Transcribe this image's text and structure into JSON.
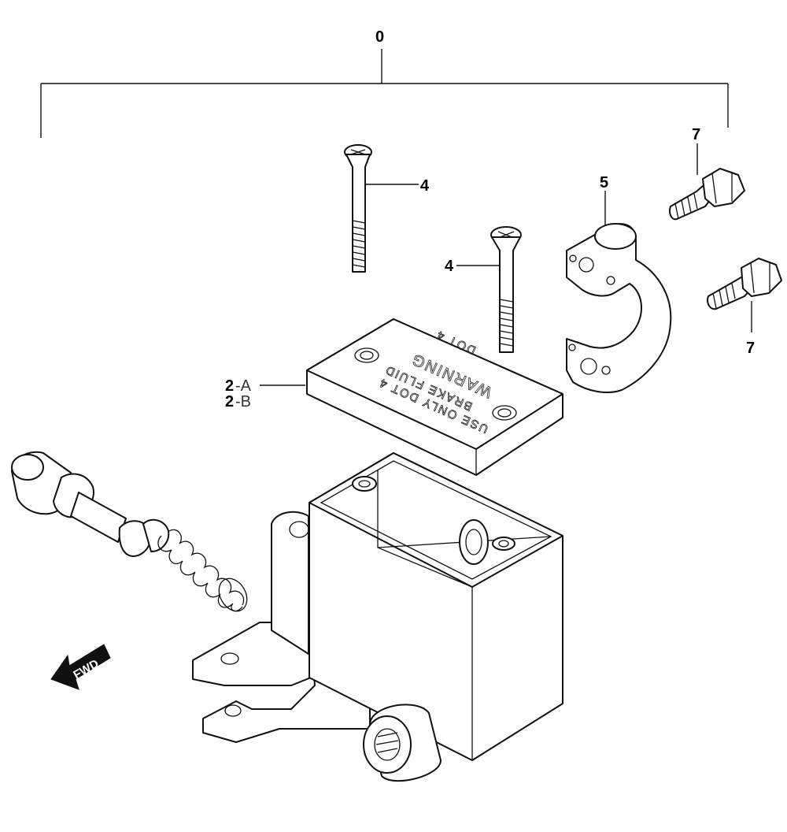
{
  "labels": {
    "assembly": "0",
    "cover_a_num": "2",
    "cover_a_sfx": "-A",
    "cover_b_num": "2",
    "cover_b_sfx": "-B",
    "screw_upper": "4",
    "screw_lower": "4",
    "clamp": "5",
    "bolt_upper": "7",
    "bolt_lower": "7"
  },
  "badge": {
    "text": "FWD"
  },
  "cover_text": {
    "line1": "USE ONLY DOT 4",
    "line2": "BRAKE FLUID",
    "line3": "WARNING",
    "line4": "DOT 4"
  },
  "colors": {
    "line": "#111111",
    "background": "#ffffff",
    "suffix": "#333333"
  }
}
